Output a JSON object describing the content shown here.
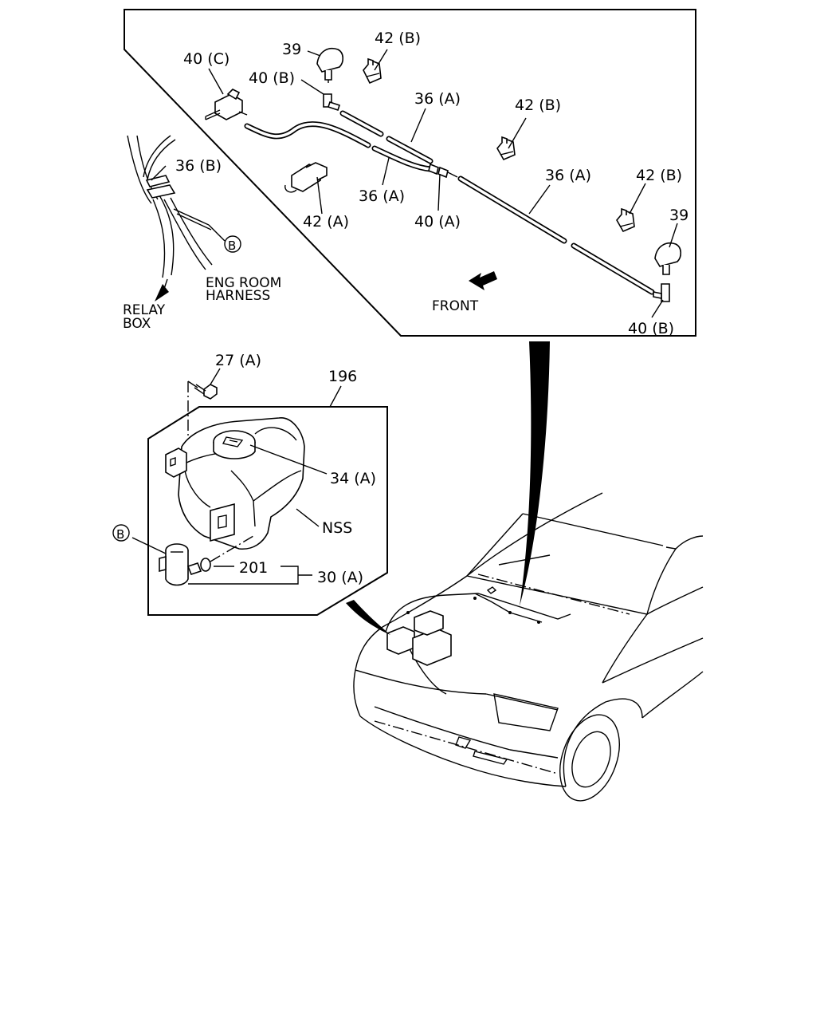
{
  "labels": {
    "p40c": "40 (C)",
    "p39_top": "39",
    "p42b_top": "42 (B)",
    "p40b_top": "40 (B)",
    "p36a_top": "36 (A)",
    "p42b_mid": "42 (B)",
    "p36b": "36 (B)",
    "p36a_right": "36 (A)",
    "p42b_right": "42 (B)",
    "p36a_mid": "36 (A)",
    "p42a": "42 (A)",
    "p40a": "40 (A)",
    "p39_right": "39",
    "ref_b_top": "B",
    "eng_room": "ENG ROOM",
    "harness": "HARNESS",
    "relay": "RELAY",
    "box": "BOX",
    "front": "FRONT",
    "p40b_bottom": "40 (B)",
    "p27a": "27 (A)",
    "p196": "196",
    "p34a": "34 (A)",
    "nss": "NSS",
    "ref_b_bottom": "B",
    "p201": "201",
    "p30a": "30 (A)"
  }
}
